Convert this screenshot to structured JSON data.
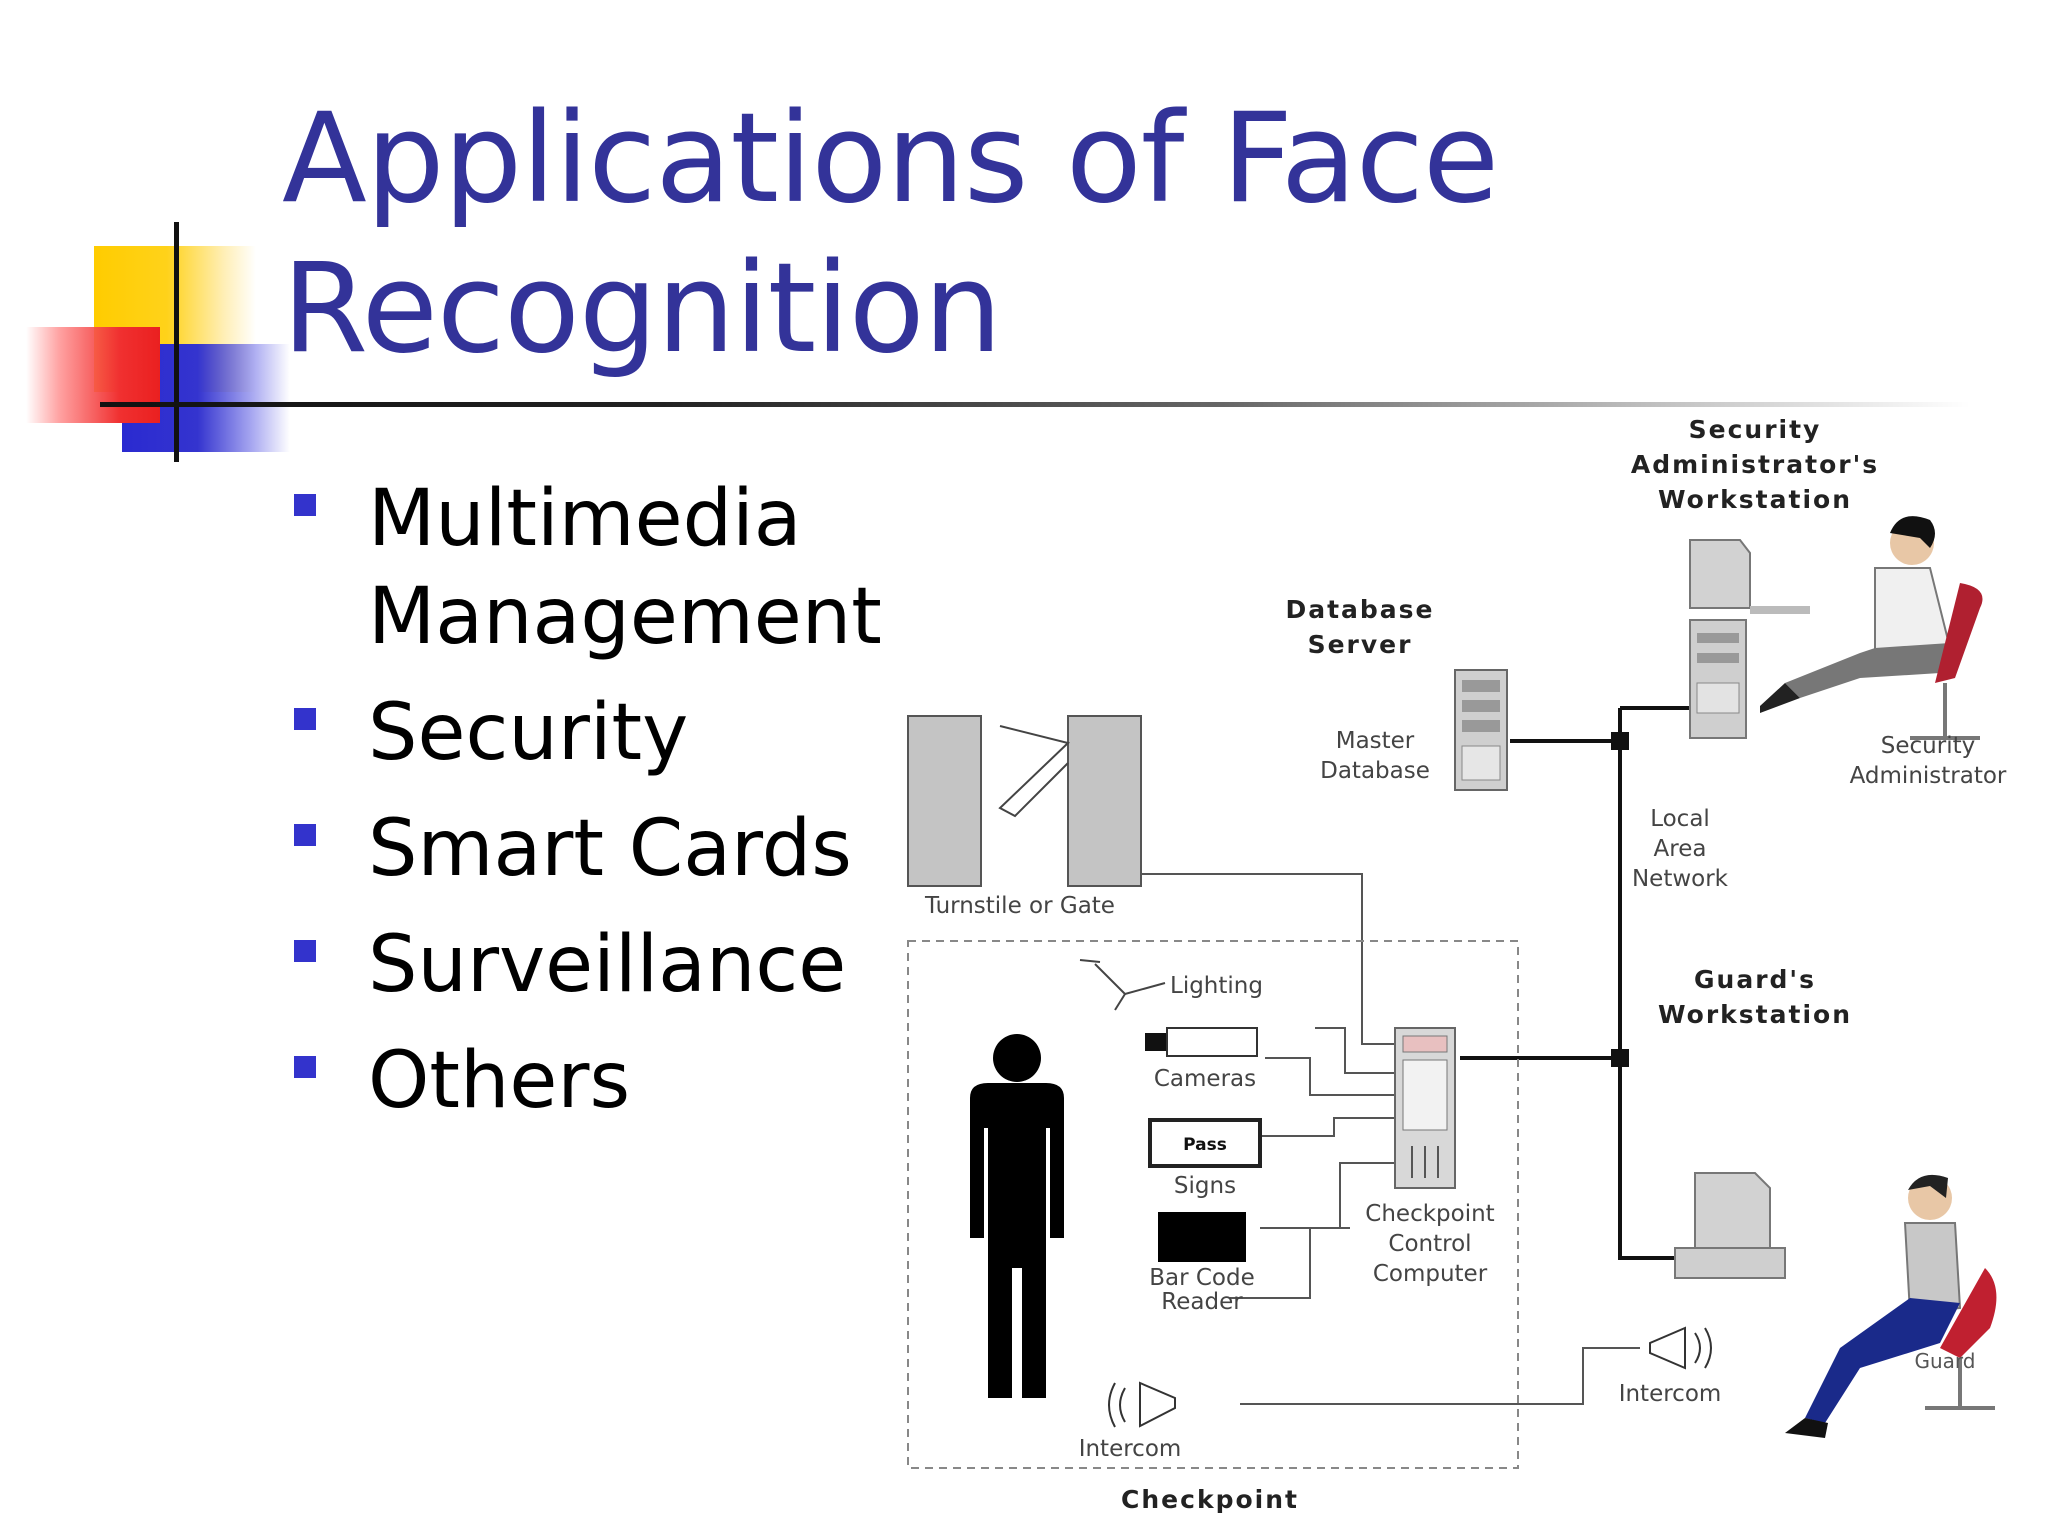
{
  "slide": {
    "title_line1": "Applications of Face",
    "title_line2": "Recognition",
    "title_color": "#333399",
    "bullet_color": "#3333cc",
    "bullets": [
      {
        "line1": "Multimedia",
        "line2": "Management"
      },
      {
        "line1": "Security"
      },
      {
        "line1": "Smart Cards"
      },
      {
        "line1": "Surveillance"
      },
      {
        "line1": "Others"
      }
    ]
  },
  "diagram": {
    "security_workstation": [
      "Security",
      "Administrator's",
      "Workstation"
    ],
    "database_server": [
      "Database",
      "Server"
    ],
    "master_database": [
      "Master",
      "Database"
    ],
    "security_admin": [
      "Security",
      "Administrator"
    ],
    "lan": [
      "Local",
      "Area",
      "Network"
    ],
    "guards_workstation": [
      "Guard's",
      "Workstation"
    ],
    "turnstile": "Turnstile or Gate",
    "lighting": "Lighting",
    "cameras": "Cameras",
    "pass_sign": "Pass",
    "signs": "Signs",
    "barcode": [
      "Bar Code",
      "Reader"
    ],
    "checkpoint_computer": [
      "Checkpoint",
      "Control",
      "Computer"
    ],
    "intercom_left": "Intercom",
    "intercom_right": "Intercom",
    "checkpoint": "Checkpoint",
    "guard_chair": "Guard"
  }
}
